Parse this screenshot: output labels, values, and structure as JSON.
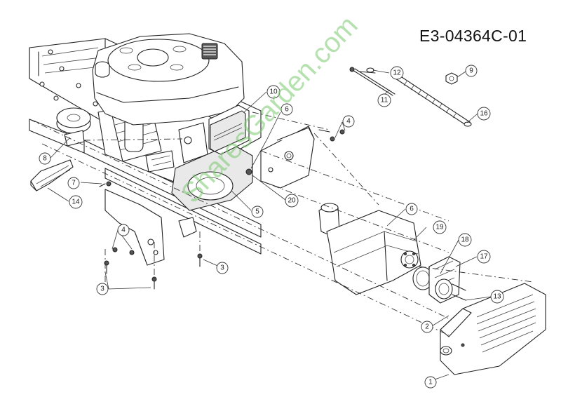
{
  "diagram": {
    "code": "E3-04364C-01",
    "watermark": "SharesGarden.com"
  },
  "callouts": [
    {
      "id": "callout-1",
      "label": "1"
    },
    {
      "id": "callout-2",
      "label": "2"
    },
    {
      "id": "callout-3a",
      "label": "3"
    },
    {
      "id": "callout-3b",
      "label": "3"
    },
    {
      "id": "callout-4a",
      "label": "4"
    },
    {
      "id": "callout-4b",
      "label": "4"
    },
    {
      "id": "callout-5",
      "label": "5"
    },
    {
      "id": "callout-6a",
      "label": "6"
    },
    {
      "id": "callout-6b",
      "label": "6"
    },
    {
      "id": "callout-7",
      "label": "7"
    },
    {
      "id": "callout-8",
      "label": "8"
    },
    {
      "id": "callout-9",
      "label": "9"
    },
    {
      "id": "callout-10",
      "label": "10"
    },
    {
      "id": "callout-11",
      "label": "11"
    },
    {
      "id": "callout-12",
      "label": "12"
    },
    {
      "id": "callout-13",
      "label": "13"
    },
    {
      "id": "callout-14",
      "label": "14"
    },
    {
      "id": "callout-16",
      "label": "16"
    },
    {
      "id": "callout-17",
      "label": "17"
    },
    {
      "id": "callout-18",
      "label": "18"
    },
    {
      "id": "callout-19",
      "label": "19"
    },
    {
      "id": "callout-20",
      "label": "20"
    }
  ]
}
